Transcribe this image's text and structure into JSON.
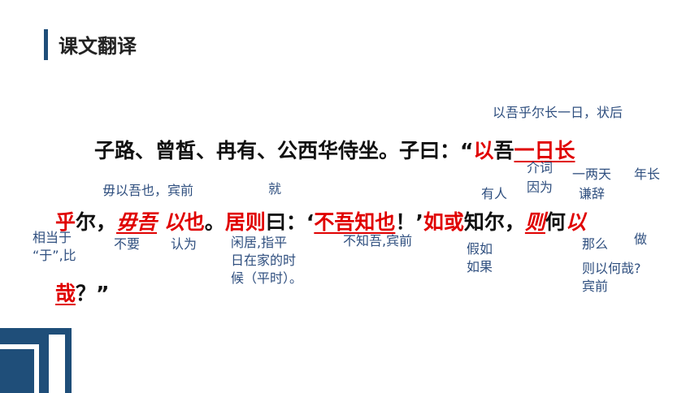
{
  "header": {
    "title": "课文翻译"
  },
  "text": {
    "line1_a": "子路、曾皙、冉有、公西华侍坐。子曰：“",
    "line1_b": "以",
    "line1_c": "吾",
    "line1_d": "一日长",
    "line2_a": "乎",
    "line2_b": "尔，",
    "line2_c": "毋吾",
    "line2_d": "以",
    "line2_e": "也",
    "line2_f": "。",
    "line2_g": "居则",
    "line2_h": "曰：‘",
    "line2_i": "不吾知也",
    "line2_j": "！’",
    "line2_k": "如或",
    "line2_l": "知尔，",
    "line2_m": "则",
    "line2_n": "何",
    "line2_o": "以",
    "line3_a": "哉",
    "line3_b": "？”"
  },
  "notes": {
    "n1": "以吾乎尔长一日，状后",
    "n2": "介词",
    "n3": "因为",
    "n4": "一两天",
    "n5": "谦辞",
    "n6": "年长",
    "n7": "毋以吾也，宾前",
    "n8": "就",
    "n9": "有人",
    "n10a": "相当于",
    "n10b": "“于”,比",
    "n11": "不要",
    "n12": "认为",
    "n13a": "闲居,指平",
    "n13b": "日在家的时",
    "n13c": "候（平时）。",
    "n14": "不知吾,宾前",
    "n15a": "假如",
    "n15b": "如果",
    "n16": "那么",
    "n17": "做",
    "n18a": "则以何哉?",
    "n18b": "宾前"
  },
  "colors": {
    "accent": "#1f4e79",
    "highlight": "#e00000",
    "note": "#2f4f7f"
  }
}
